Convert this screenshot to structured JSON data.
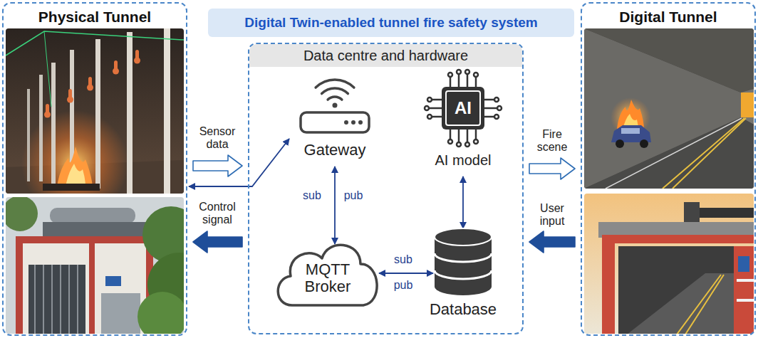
{
  "diagram": {
    "title": "Digital Twin-enabled tunnel fire safety system",
    "nodes": [
      {
        "text": [
          "Physical Tunnel"
        ]
      },
      {
        "text": [
          "Data centre and hardware"
        ]
      },
      {
        "text": [
          "Gateway"
        ],
        "in": 1
      },
      {
        "text": [
          "AI",
          "AI model"
        ],
        "in": 1
      },
      {
        "text": [
          "MQTT Broker"
        ],
        "in": 1
      },
      {
        "text": [
          "Database"
        ],
        "in": 1
      },
      {
        "text": [
          "Digital Tunnel"
        ]
      }
    ],
    "edges": [
      {
        "from": 2,
        "to": 4,
        "label": "sub",
        "arrow": "both"
      },
      {
        "from": 4,
        "to": 5,
        "label": "sub",
        "arrow": "both"
      },
      {
        "from": 3,
        "to": 5,
        "arrow": "both"
      },
      {
        "from": 0,
        "to": 2,
        "arrow": "both"
      },
      {
        "from": 0,
        "to": 1,
        "label": "Sensor data",
        "arrow": "to"
      },
      {
        "from": 1,
        "to": 0,
        "label": "Control signal",
        "arrow": "to"
      },
      {
        "from": 1,
        "to": 6,
        "label": "Fire scene",
        "arrow": "to"
      },
      {
        "from": 6,
        "to": 1,
        "label": "User input",
        "arrow": "to"
      }
    ],
    "labels": [
      "pub",
      "pub"
    ]
  }
}
